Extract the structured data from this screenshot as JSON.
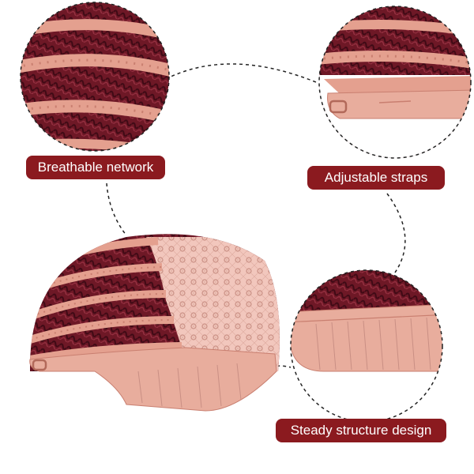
{
  "labels": {
    "breathable": "Breathable network",
    "adjustable": "Adjustable straps",
    "steady": "Steady structure design"
  },
  "colors": {
    "label_bg": "#8b1a1f",
    "label_text": "#ffffff",
    "hair": "#6e1826",
    "hair_dark": "#4a0c18",
    "band": "#e4a08f",
    "band_dark": "#c97f70",
    "dashed_line": "#222222"
  }
}
